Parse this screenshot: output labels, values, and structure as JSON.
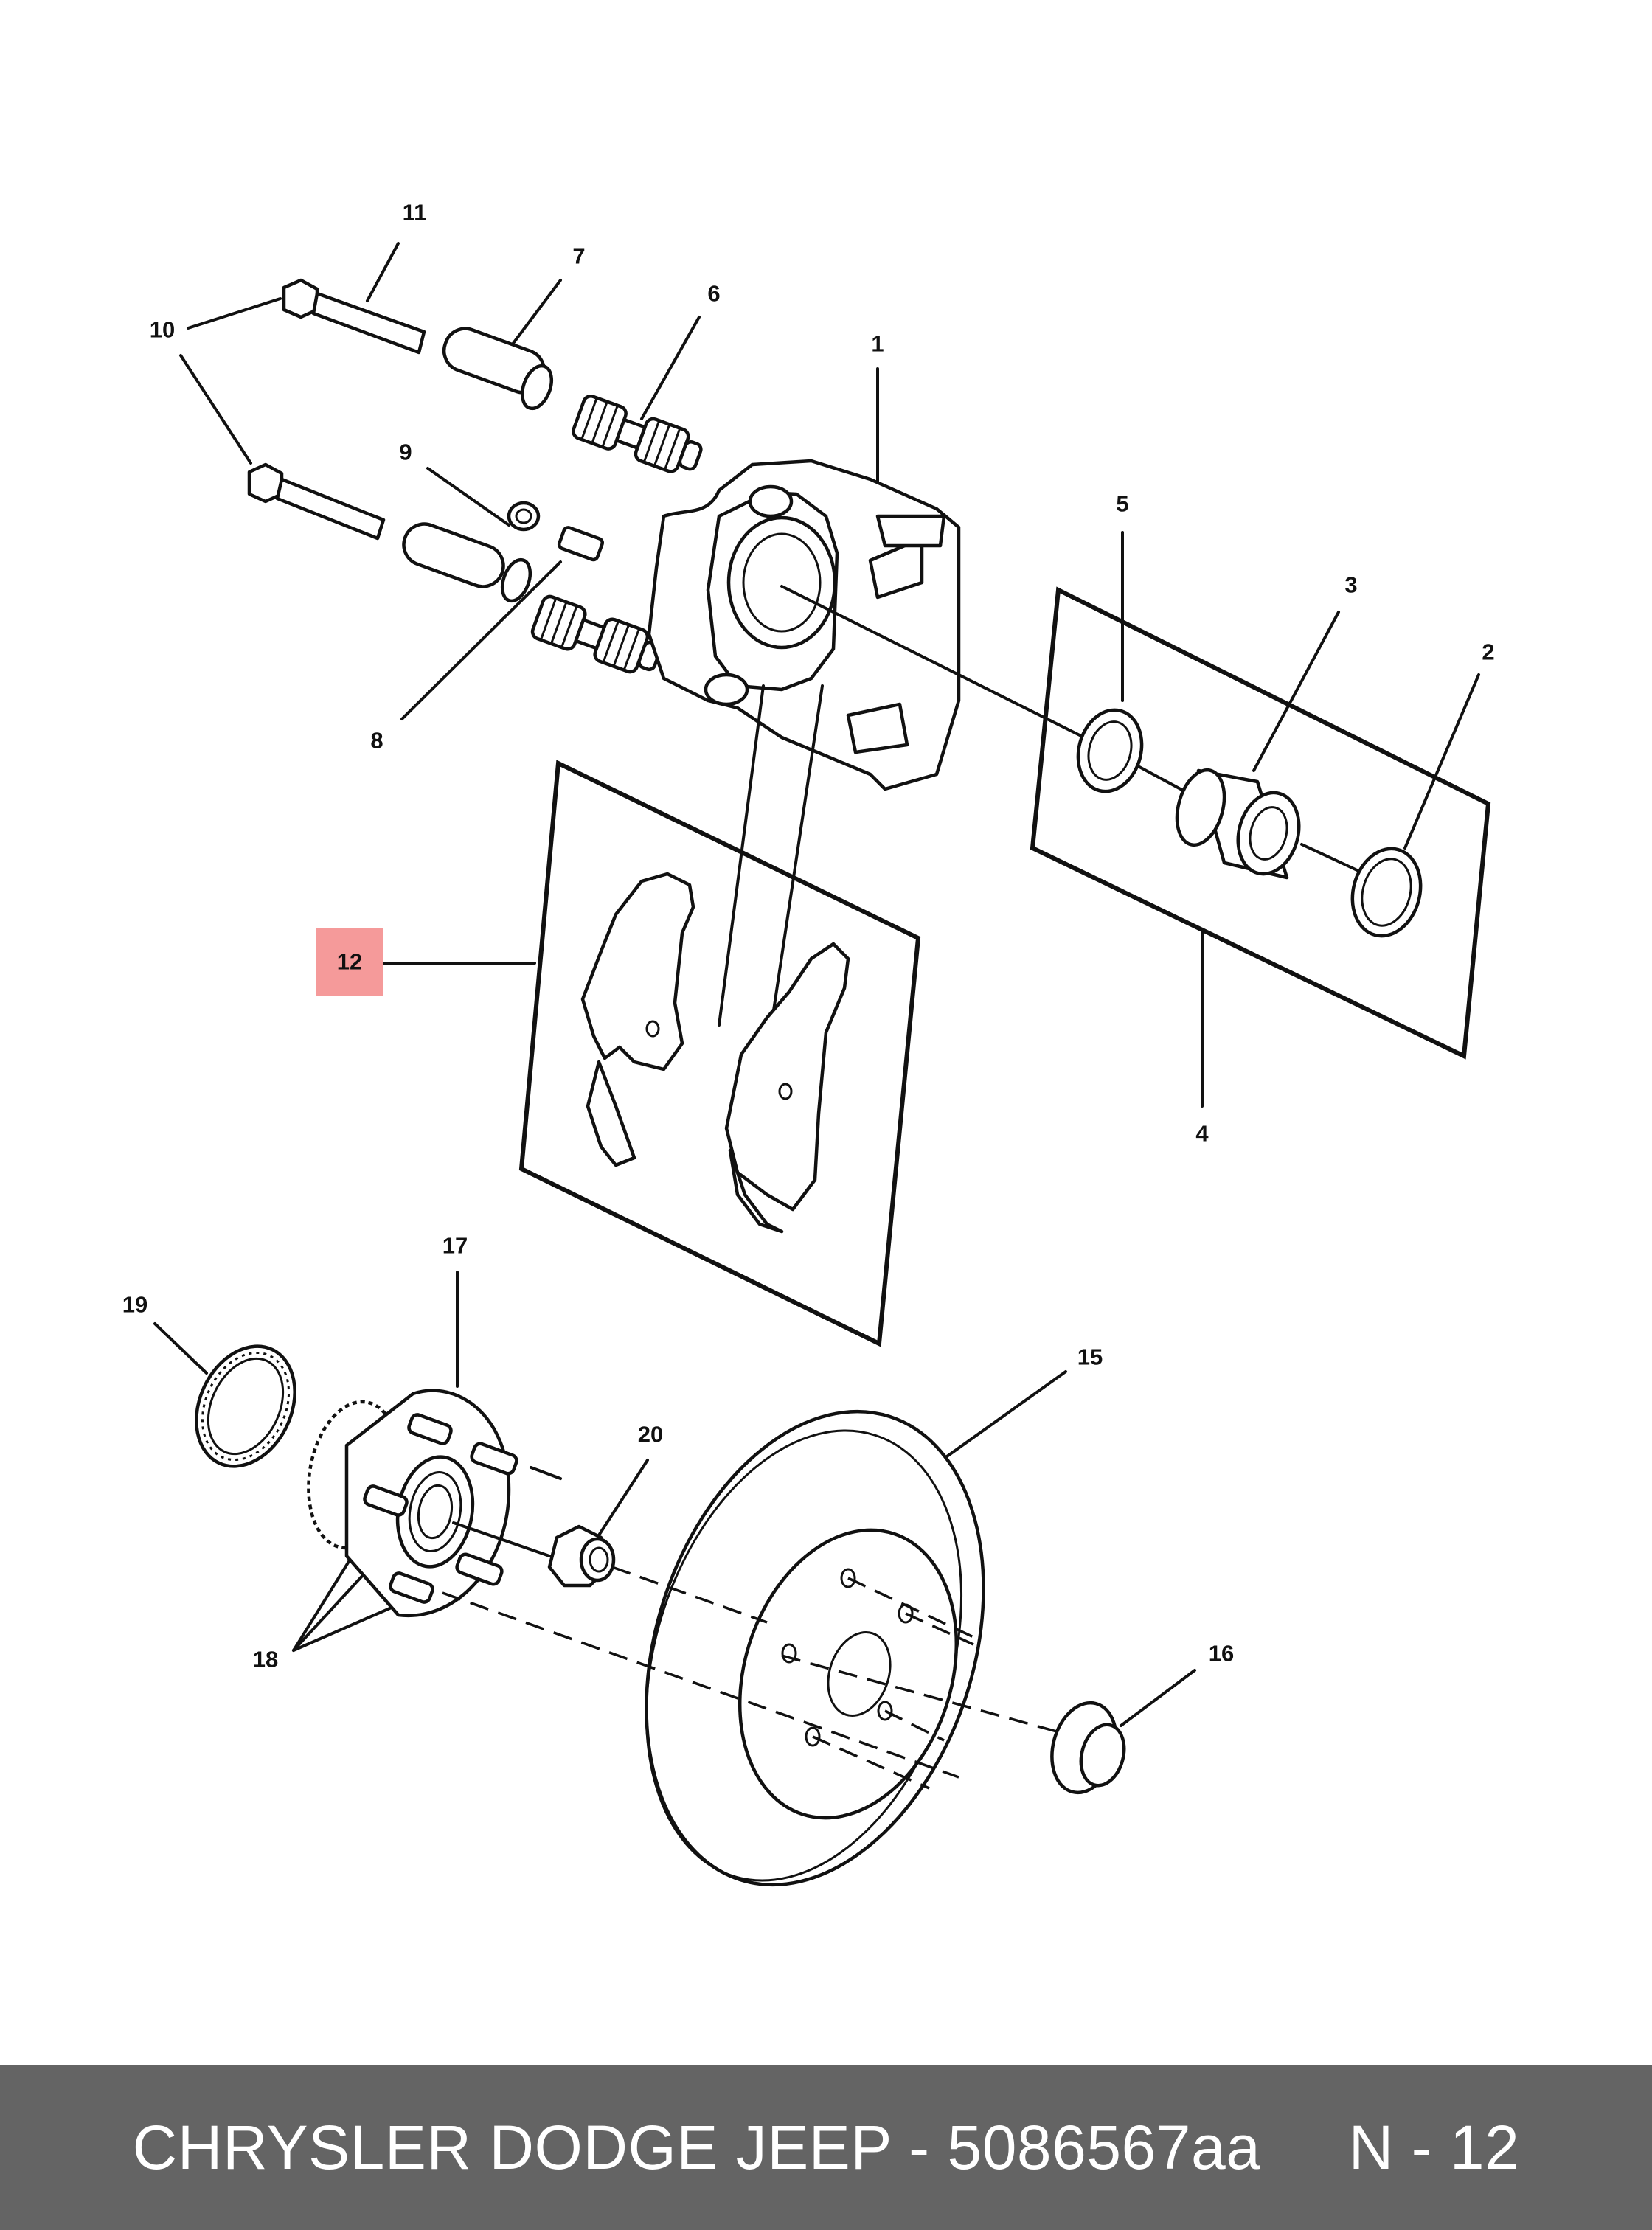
{
  "callouts": {
    "c1": "1",
    "c2": "2",
    "c3": "3",
    "c4": "4",
    "c5": "5",
    "c6": "6",
    "c7": "7",
    "c8": "8",
    "c9": "9",
    "c10": "10",
    "c11": "11",
    "c12": "12",
    "c15": "15",
    "c16": "16",
    "c17": "17",
    "c18": "18",
    "c19": "19",
    "c20": "20"
  },
  "highlight": {
    "part": "12",
    "color": "#f59a9a"
  },
  "footer": {
    "text": "CHRYSLER DODGE JEEP - 5086567aa     N - 12",
    "background": "#646464"
  }
}
